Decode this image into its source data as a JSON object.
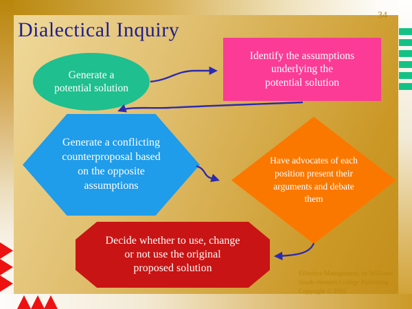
{
  "slide": {
    "title": "Dialectical Inquiry",
    "page_number": "34"
  },
  "flow": {
    "step1": "Generate a\npotential solution",
    "step2": "Identify the assumptions\nunderlying the\npotential solution",
    "step3": "Generate a conflicting\ncounterproposal based\non the opposite\nassumptions",
    "step4": "Have advocates of each\nposition present their\narguments and debate\nthem",
    "step5": "Decide whether to use, change\nor not use the original\nproposed solution"
  },
  "footer": {
    "credit_line1": "Effective Management, by Williams",
    "credit_line2": "South-Western College Publishing",
    "credit_line3": "Copyright © 2002"
  },
  "colors": {
    "ellipse_green": "#1fbf8f",
    "rectangle_pink": "#fb3b96",
    "hexagon_blue": "#1f9cea",
    "diamond_orange": "#fb7800",
    "octagon_red": "#c81414",
    "arrow_blue": "#2b2bb0",
    "title_navy": "#1e1e8f",
    "gold_text": "#b8860b",
    "deco_green": "#12c285",
    "deco_red": "#ee1111"
  }
}
